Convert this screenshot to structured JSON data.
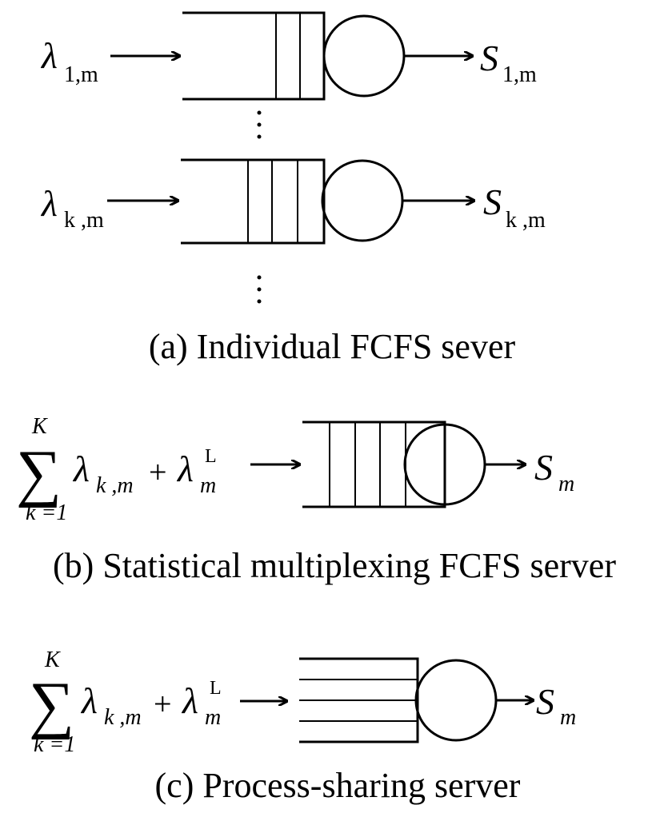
{
  "panel_a": {
    "caption": "(a) Individual FCFS sever",
    "row1": {
      "input_symbol": "λ",
      "input_sub": "1,m",
      "output_symbol": "S",
      "output_sub": "1,m"
    },
    "row2": {
      "input_symbol": "λ",
      "input_sub": "k ,m",
      "output_symbol": "S",
      "output_sub": "k ,m"
    }
  },
  "panel_b": {
    "caption": "(b) Statistical multiplexing FCFS server",
    "sum_symbol": "∑",
    "sum_upper": "K",
    "sum_lower": "k =1",
    "term1_symbol": "λ",
    "term1_sub": "k ,m",
    "plus": "+",
    "term2_symbol": "λ",
    "term2_sup": "L",
    "term2_sub": "m",
    "output_symbol": "S",
    "output_sub": "m"
  },
  "panel_c": {
    "caption": "(c) Process-sharing server",
    "sum_symbol": "∑",
    "sum_upper": "K",
    "sum_lower": "k =1",
    "term1_symbol": "λ",
    "term1_sub": "k ,m",
    "plus": "+",
    "term2_symbol": "λ",
    "term2_sup": "L",
    "term2_sub": "m",
    "output_symbol": "S",
    "output_sub": "m"
  }
}
